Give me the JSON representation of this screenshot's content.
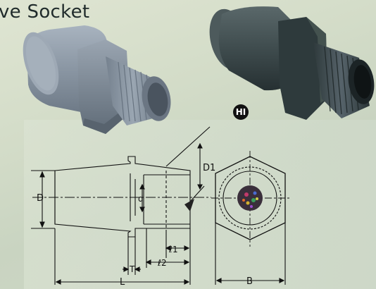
{
  "title": "ve Socket",
  "badge": "HI",
  "dimensions": {
    "D": "D",
    "D1": "D1",
    "d": "d",
    "l1": "ℓ1",
    "l2": "ℓ2",
    "T": "T",
    "L": "L",
    "B": "B"
  },
  "colors": {
    "grey_pvc": "#8f9ba8",
    "dark_pvc": "#3d4a4c",
    "background": "#d3dcc8"
  },
  "icons": {
    "grey_fitting": "grey-pvc-valve-socket-photo",
    "dark_fitting": "dark-pvc-valve-socket-photo"
  }
}
